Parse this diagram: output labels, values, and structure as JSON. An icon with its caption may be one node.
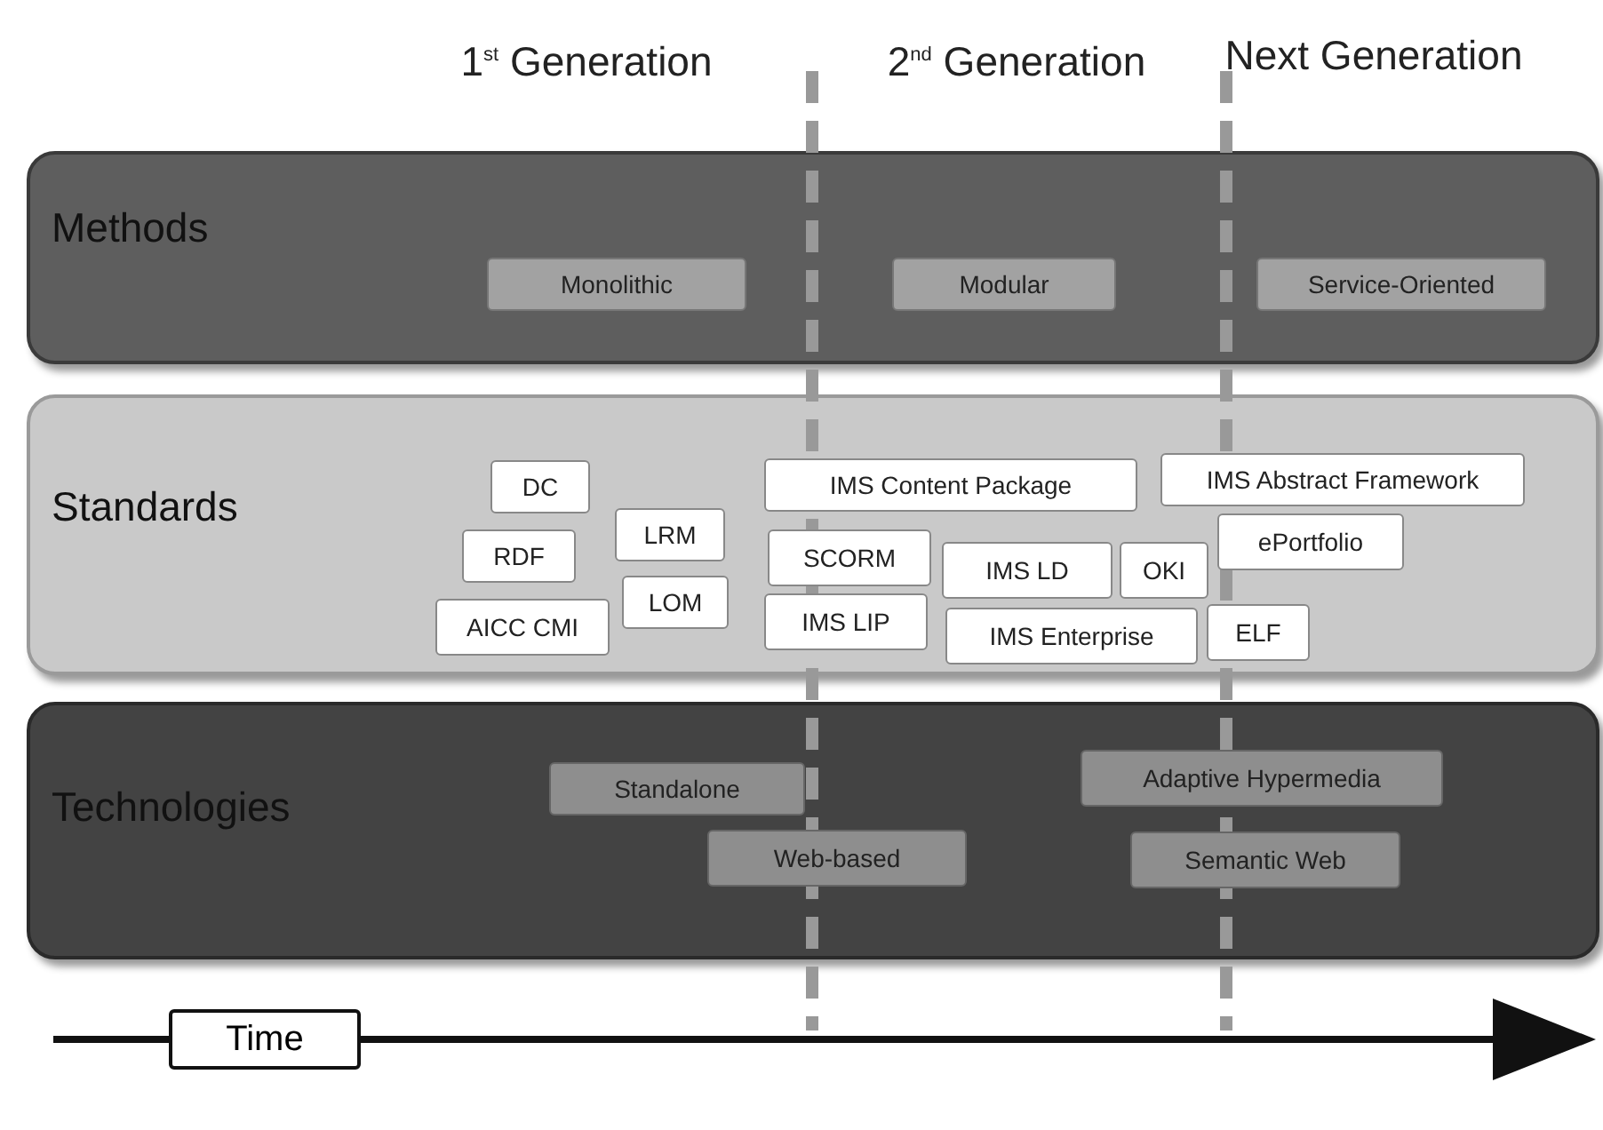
{
  "diagram": {
    "nodes": [
      {
        "text": [
          "Methods"
        ]
      },
      {
        "text": [
          "Monolithic"
        ],
        "in": 0
      },
      {
        "text": [
          "Modular"
        ],
        "in": 0
      },
      {
        "text": [
          "Service-Oriented"
        ],
        "in": 0
      },
      {
        "text": [
          "Standards"
        ]
      },
      {
        "text": [
          "DC"
        ],
        "in": 4
      },
      {
        "text": [
          "IMS Content Package"
        ],
        "in": 4
      },
      {
        "text": [
          "IMS Abstract Framework"
        ],
        "in": 4
      },
      {
        "text": [
          "LRM"
        ],
        "in": 4
      },
      {
        "text": [
          "RDF"
        ],
        "in": 4
      },
      {
        "text": [
          "ePortfolio"
        ],
        "in": 4
      },
      {
        "text": [
          "SCORM"
        ],
        "in": 4
      },
      {
        "text": [
          "IMS LD"
        ],
        "in": 4
      },
      {
        "text": [
          "OKI"
        ],
        "in": 4
      },
      {
        "text": [
          "LOM"
        ],
        "in": 4
      },
      {
        "text": [
          "AICC CMI"
        ],
        "in": 4
      },
      {
        "text": [
          "IMS LIP"
        ],
        "in": 4
      },
      {
        "text": [
          "IMS Enterprise"
        ],
        "in": 4
      },
      {
        "text": [
          "ELF"
        ],
        "in": 4
      },
      {
        "text": [
          "Technologies"
        ]
      },
      {
        "text": [
          "Standalone"
        ],
        "in": 19
      },
      {
        "text": [
          "Adaptive Hypermedia"
        ],
        "in": 19
      },
      {
        "text": [
          "Web-based"
        ],
        "in": 19
      },
      {
        "text": [
          "Semantic Web"
        ],
        "in": 19
      },
      {
        "text": [
          "Time"
        ]
      }
    ],
    "labels": [
      "1$^{st}$ Generation",
      "2$^{nd}$ Generation",
      "Next Generation"
    ]
  }
}
